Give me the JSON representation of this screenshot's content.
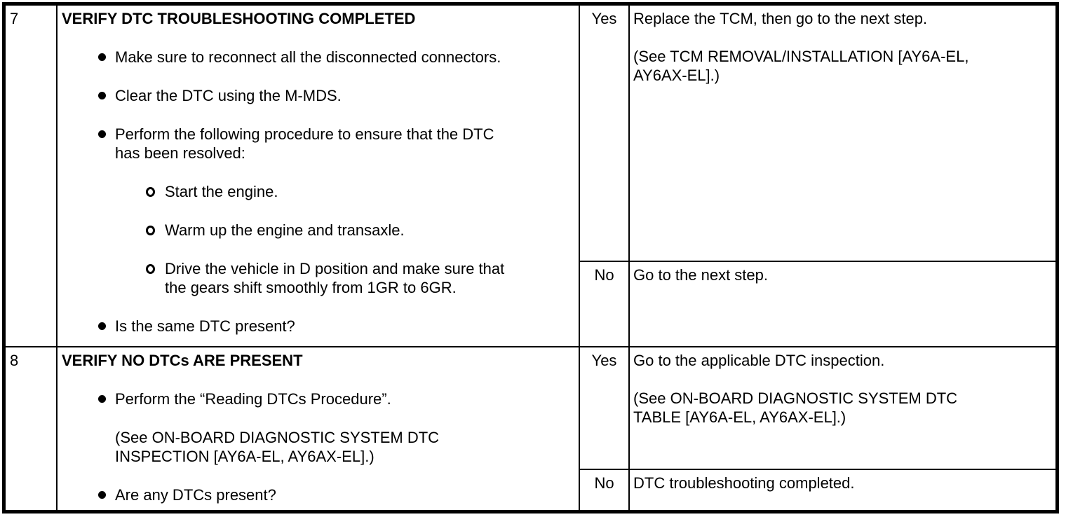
{
  "table": {
    "columns": [
      "step",
      "action",
      "answer",
      "result_action"
    ],
    "border_color": "#000000",
    "steps": [
      {
        "num": "7",
        "title": "VERIFY DTC TROUBLESHOOTING COMPLETED",
        "items": [
          {
            "type": "bullet",
            "lines": [
              "Make sure to reconnect all the disconnected connectors."
            ]
          },
          {
            "type": "bullet",
            "lines": [
              "Clear the DTC using the M-MDS."
            ]
          },
          {
            "type": "bullet",
            "lines": [
              "Perform the following procedure to ensure that the DTC",
              "has been resolved:"
            ]
          },
          {
            "type": "sub",
            "lines": [
              "Start the engine."
            ]
          },
          {
            "type": "sub",
            "lines": [
              "Warm up the engine and transaxle."
            ]
          },
          {
            "type": "sub",
            "lines": [
              "Drive the vehicle in D position and make sure that",
              "the gears shift smoothly from 1GR to 6GR."
            ]
          },
          {
            "type": "bullet",
            "lines": [
              "Is the same DTC present?"
            ]
          }
        ],
        "yes": {
          "label": "Yes",
          "lines": [
            "Replace the TCM, then go to the next step.",
            "",
            "(See TCM REMOVAL/INSTALLATION [AY6A-EL,",
            "AY6AX-EL].)"
          ]
        },
        "no": {
          "label": "No",
          "lines": [
            "Go to the next step."
          ]
        }
      },
      {
        "num": "8",
        "title": "VERIFY NO DTCs ARE PRESENT",
        "items": [
          {
            "type": "bullet",
            "lines": [
              "Perform the “Reading DTCs Procedure”."
            ]
          },
          {
            "type": "cont",
            "lines": [
              "(See ON-BOARD DIAGNOSTIC SYSTEM DTC",
              "INSPECTION [AY6A-EL, AY6AX-EL].)"
            ]
          },
          {
            "type": "bullet",
            "lines": [
              "Are any DTCs present?"
            ]
          }
        ],
        "yes": {
          "label": "Yes",
          "lines": [
            "Go to the applicable DTC inspection.",
            "",
            "(See ON-BOARD DIAGNOSTIC SYSTEM DTC",
            "TABLE [AY6A-EL, AY6AX-EL].)"
          ]
        },
        "no": {
          "label": "No",
          "lines": [
            "DTC troubleshooting completed."
          ]
        }
      }
    ]
  }
}
